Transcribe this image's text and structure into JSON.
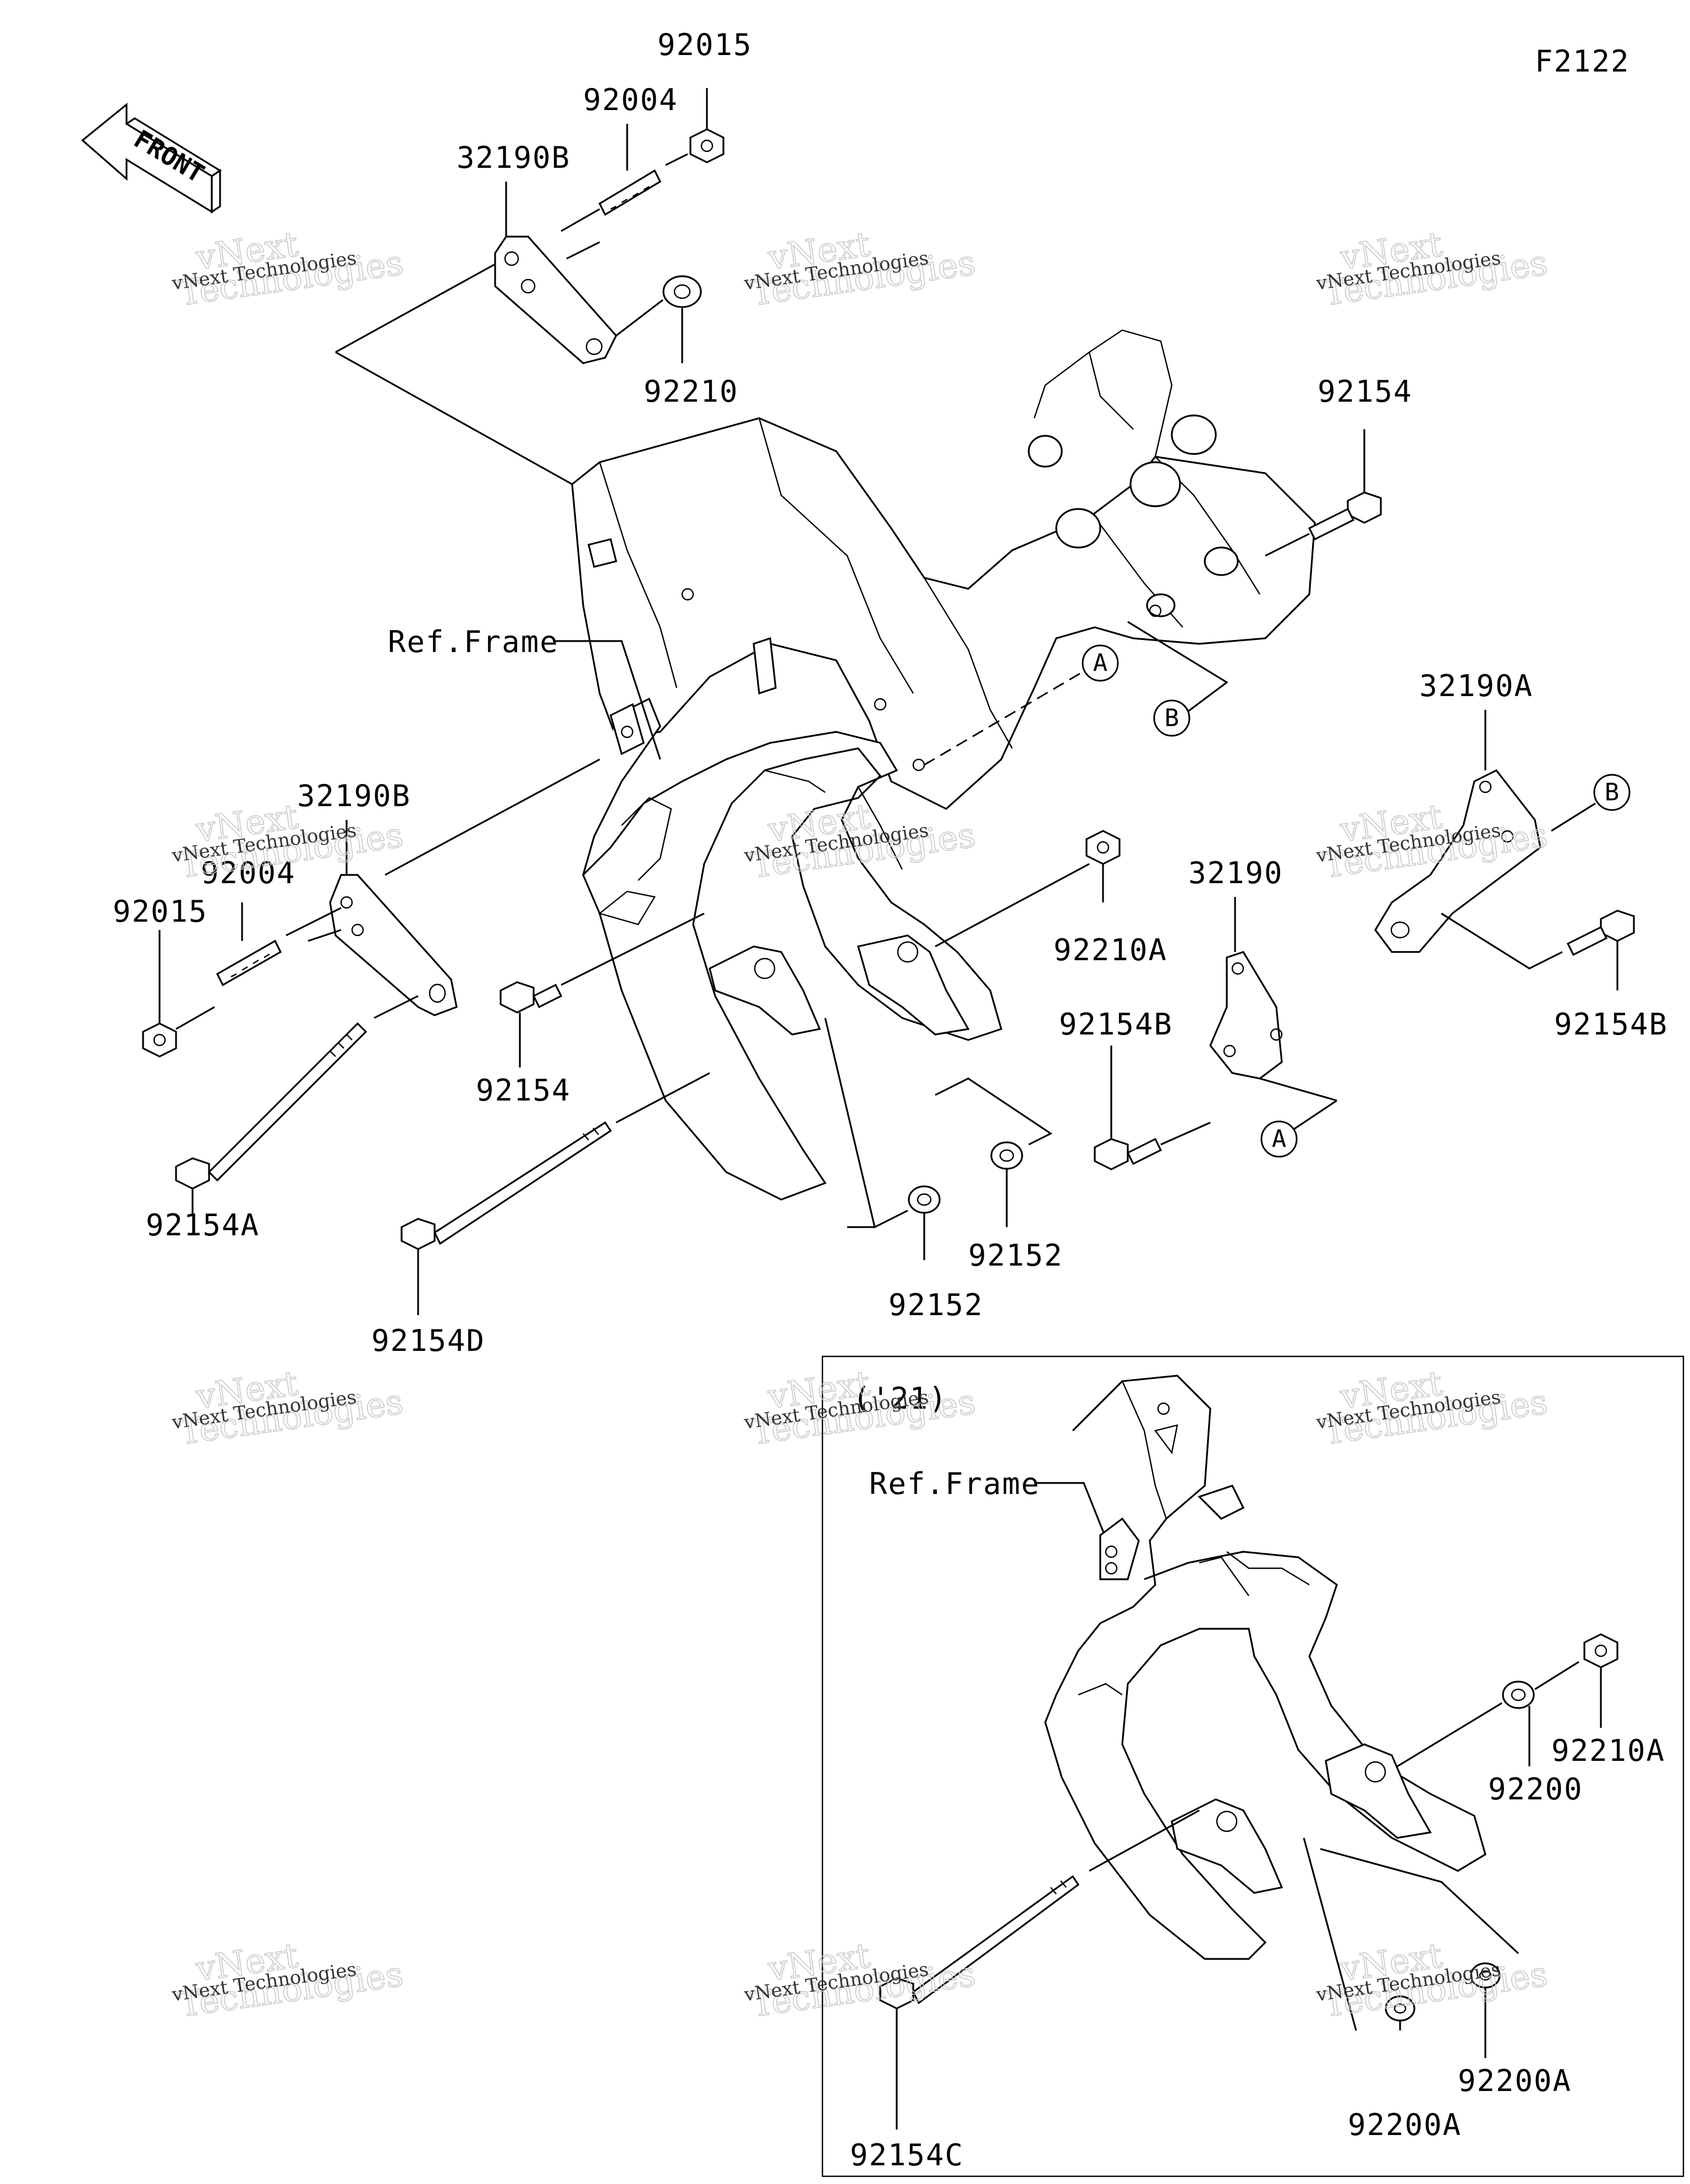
{
  "figure_code": "F2122",
  "front_label": "FRONT",
  "inset_label": "('21)",
  "ref_frame_label": "Ref.Frame",
  "watermark": {
    "line1": "vNext Technologies",
    "line2": "vNext",
    "line3": "Technologies"
  },
  "callouts": [
    "A",
    "B"
  ],
  "parts": [
    "92015",
    "92004",
    "32190B",
    "92210",
    "92154",
    "32190A",
    "32190",
    "92210A",
    "92154B",
    "92154A",
    "92154D",
    "92152",
    "92200",
    "92200A",
    "92154C"
  ]
}
